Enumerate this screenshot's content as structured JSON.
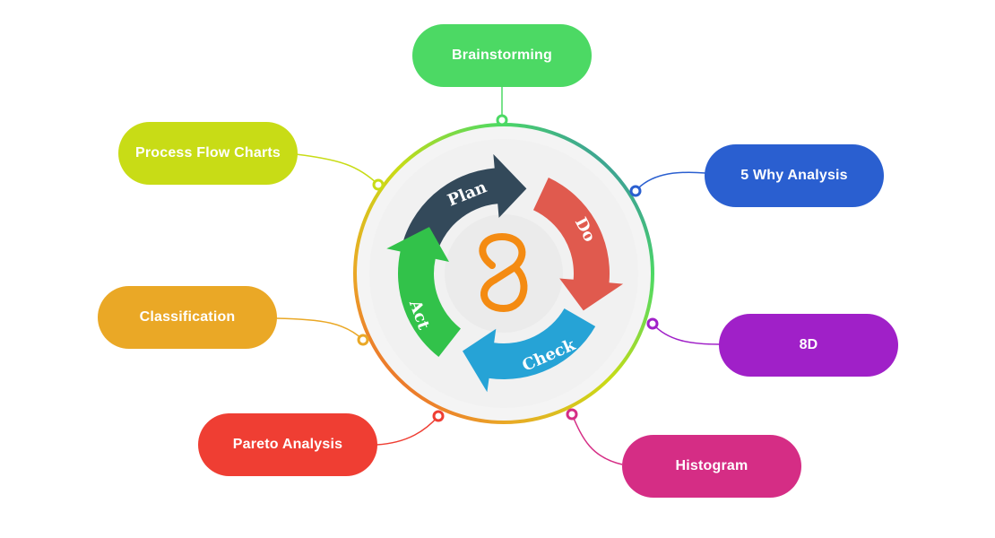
{
  "center": {
    "logo_icon": "infinity-loop-icon"
  },
  "cycle": {
    "plan": "Plan",
    "do": "Do",
    "check": "Check",
    "act": "Act"
  },
  "tools": {
    "brainstorming": {
      "label": "Brainstorming",
      "color": "#4cd964"
    },
    "process_flow_charts": {
      "label": "Process Flow Charts",
      "color": "#c8dc16"
    },
    "classification": {
      "label": "Classification",
      "color": "#eaa826"
    },
    "pareto_analysis": {
      "label": "Pareto Analysis",
      "color": "#ef3e33"
    },
    "histogram": {
      "label": "Histogram",
      "color": "#d52d85"
    },
    "eight_d": {
      "label": "8D",
      "color": "#a020c8"
    },
    "five_why_analysis": {
      "label": "5 Why Analysis",
      "color": "#2a5fd0"
    }
  },
  "colors": {
    "plan": "#33495a",
    "do": "#e05a4e",
    "check": "#26a3d6",
    "act": "#32c24a",
    "logo": "#f48b12"
  }
}
